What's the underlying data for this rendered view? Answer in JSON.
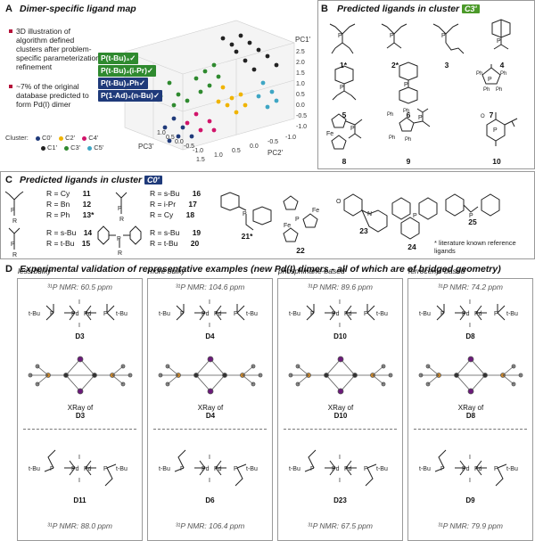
{
  "panelA": {
    "letter": "A",
    "title": "Dimer-specific ligand map",
    "bullet1": "3D illustration of algorithm defined clusters after problem-specific parameterization refinement",
    "bullet2": "~7% of the original database predicted to form Pd(I) dimer",
    "labels": [
      "P(t-Bu)₃✓",
      "P(t-Bu)₂(i-Pr)✓",
      "P(t-Bu)₂Ph✓",
      "P(1-Ad)₂(n-Bu)✓"
    ],
    "axes": {
      "z": "PC1'",
      "x": "PC2'",
      "y": "PC3'"
    },
    "zticks": [
      "2.5",
      "2.0",
      "1.5",
      "1.0",
      "0.5",
      "0.0",
      "-0.5",
      "-1.0"
    ],
    "xticks": [
      "1.5",
      "1.0",
      "0.5",
      "0.0",
      "-0.5",
      "-1.0"
    ],
    "yticks": [
      "1.0",
      "0.5",
      "0.0",
      "-0.5",
      "-1.0"
    ],
    "cluster_label": "Cluster:",
    "clusters": [
      {
        "name": "C0'",
        "color": "#1f3a7a"
      },
      {
        "name": "C2'",
        "color": "#f0b400"
      },
      {
        "name": "C4'",
        "color": "#d1146a"
      },
      {
        "name": "C1'",
        "color": "#222222"
      },
      {
        "name": "C3'",
        "color": "#2f8a2f"
      },
      {
        "name": "C5'",
        "color": "#3ea6c4"
      }
    ]
  },
  "panelB": {
    "letter": "B",
    "title": "Predicted ligands in cluster",
    "badge": "C3'",
    "badge_color": "#4c9a2a",
    "compounds": [
      "1*",
      "2*",
      "3",
      "4",
      "5",
      "6",
      "7",
      "8",
      "9",
      "10"
    ]
  },
  "panelC": {
    "letter": "C",
    "title": "Predicted ligands in cluster",
    "badge": "C0'",
    "badge_color": "#1f3a7a",
    "group1": [
      {
        "r": "R = Cy",
        "n": "11"
      },
      {
        "r": "R = Bn",
        "n": "12"
      },
      {
        "r": "R = Ph",
        "n": "13*"
      }
    ],
    "group2": [
      {
        "r": "R = s-Bu",
        "n": "14"
      },
      {
        "r": "R = t-Bu",
        "n": "15"
      }
    ],
    "group3": [
      {
        "r": "R = s-Bu",
        "n": "16"
      },
      {
        "r": "R = i-Pr",
        "n": "17"
      },
      {
        "r": "R = Cy",
        "n": "18"
      }
    ],
    "group4": [
      {
        "r": "R = s-Bu",
        "n": "19"
      },
      {
        "r": "R = t-Bu",
        "n": "20"
      }
    ],
    "others": [
      "21*",
      "22",
      "23",
      "24",
      "25"
    ],
    "note": "* literature known reference ligands"
  },
  "panelD": {
    "letter": "D",
    "title": "Experimental validation of representative examples (new Pd(I) dimers - all of which are of bridged geometry)",
    "columns": [
      {
        "title": "less bulky",
        "nmr_top": "³¹P NMR: 60.5 ppm",
        "top": "D3",
        "xray": "XRay of",
        "xray_id": "D3",
        "bottom": "D11",
        "nmr_bottom": "³¹P NMR: 88.0 ppm"
      },
      {
        "title": "more bulky",
        "nmr_top": "³¹P NMR: 104.6 ppm",
        "top": "D4",
        "xray": "XRay of",
        "xray_id": "D4",
        "bottom": "D6",
        "nmr_bottom": "³¹P NMR: 106.4 ppm"
      },
      {
        "title": "phosphinane-based",
        "nmr_top": "³¹P NMR: 89.6 ppm",
        "top": "D10",
        "xray": "XRay of",
        "xray_id": "D10",
        "bottom": "D23",
        "nmr_bottom": "³¹P NMR: 67.5 ppm"
      },
      {
        "title": "ferrocenyl-based",
        "nmr_top": "³¹P NMR: 74.2 ppm",
        "top": "D8",
        "xray": "XRay of",
        "xray_id": "D8",
        "bottom": "D9",
        "nmr_bottom": "³¹P NMR: 79.9 ppm"
      }
    ],
    "dimer_text": {
      "pd": "Pd",
      "i": "I",
      "p": "P",
      "tbu": "t-Bu"
    }
  }
}
